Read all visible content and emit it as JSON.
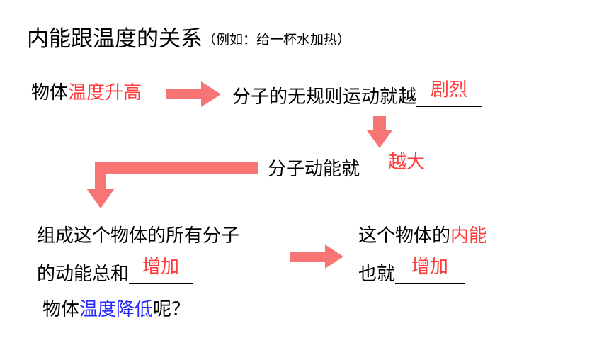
{
  "title": "内能跟温度的关系",
  "title_note": "（例如：给一杯水加热）",
  "line1": {
    "prefix": "物体",
    "highlight": "温度升高",
    "result": "分子的无规则运动就越",
    "answer": "剧烈"
  },
  "line2": {
    "text": "分子动能就",
    "answer": "越大"
  },
  "line3": {
    "text_a": "组成这个物体的所有分子",
    "text_b": "的动能总和",
    "answer": "增加"
  },
  "line4": {
    "text_a": "这个物体的",
    "highlight": "内能",
    "text_b": "也就",
    "answer": "增加"
  },
  "question": {
    "prefix": "物体",
    "highlight": "温度降低",
    "suffix": "呢？"
  },
  "colors": {
    "answer": "#ff3b3b",
    "highlight_red": "#ff3b3b",
    "highlight_blue": "#2b2bff",
    "arrow": "#f87575"
  }
}
